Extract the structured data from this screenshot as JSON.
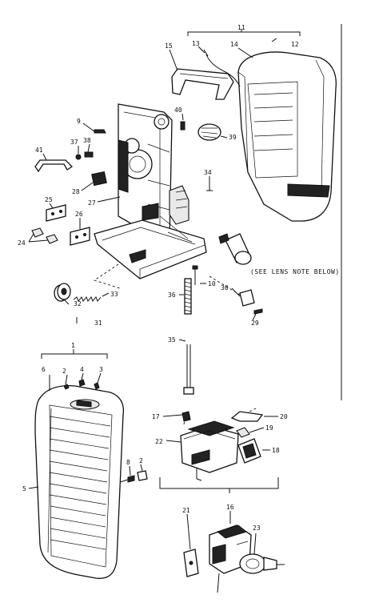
{
  "note": "(SEE LENS NOTE BELOW)",
  "callouts": {
    "c11a": "11",
    "c12": "12",
    "c15": "15",
    "c13": "13",
    "c14": "14",
    "c40": "40",
    "c9": "9",
    "c39": "39",
    "c41": "41",
    "c37": "37",
    "c38": "38",
    "c34": "34",
    "c28": "28",
    "c27": "27",
    "c25": "25",
    "c26": "26",
    "c24": "24",
    "c10": "10",
    "c36": "36",
    "c30": "30",
    "c29": "29",
    "c33": "33",
    "c32": "32",
    "c31": "31",
    "c35": "35",
    "c1": "1",
    "c6": "6",
    "c2a": "2",
    "c4": "4",
    "c3": "3",
    "c5": "5",
    "c8": "8",
    "c2b": "2",
    "c17": "17",
    "c20": "20",
    "c19": "19",
    "c22": "22",
    "c18": "18",
    "c16": "16",
    "c21": "21",
    "c23": "23"
  }
}
